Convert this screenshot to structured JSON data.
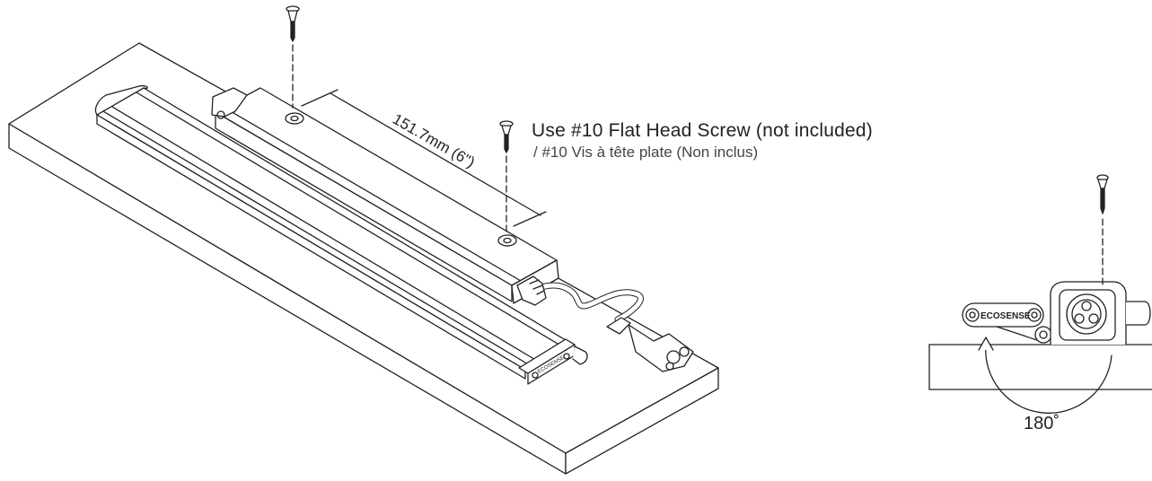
{
  "screw_note": {
    "line1": "Use #10 Flat Head Screw (not included)",
    "line2": "/ #10 Vis à tête plate (Non inclus)"
  },
  "dimension": "151.7mm (6\")",
  "brand": "ECOSENSE",
  "rotation_angle": "180˚",
  "colors": {
    "line": "#222222",
    "background": "#ffffff"
  }
}
